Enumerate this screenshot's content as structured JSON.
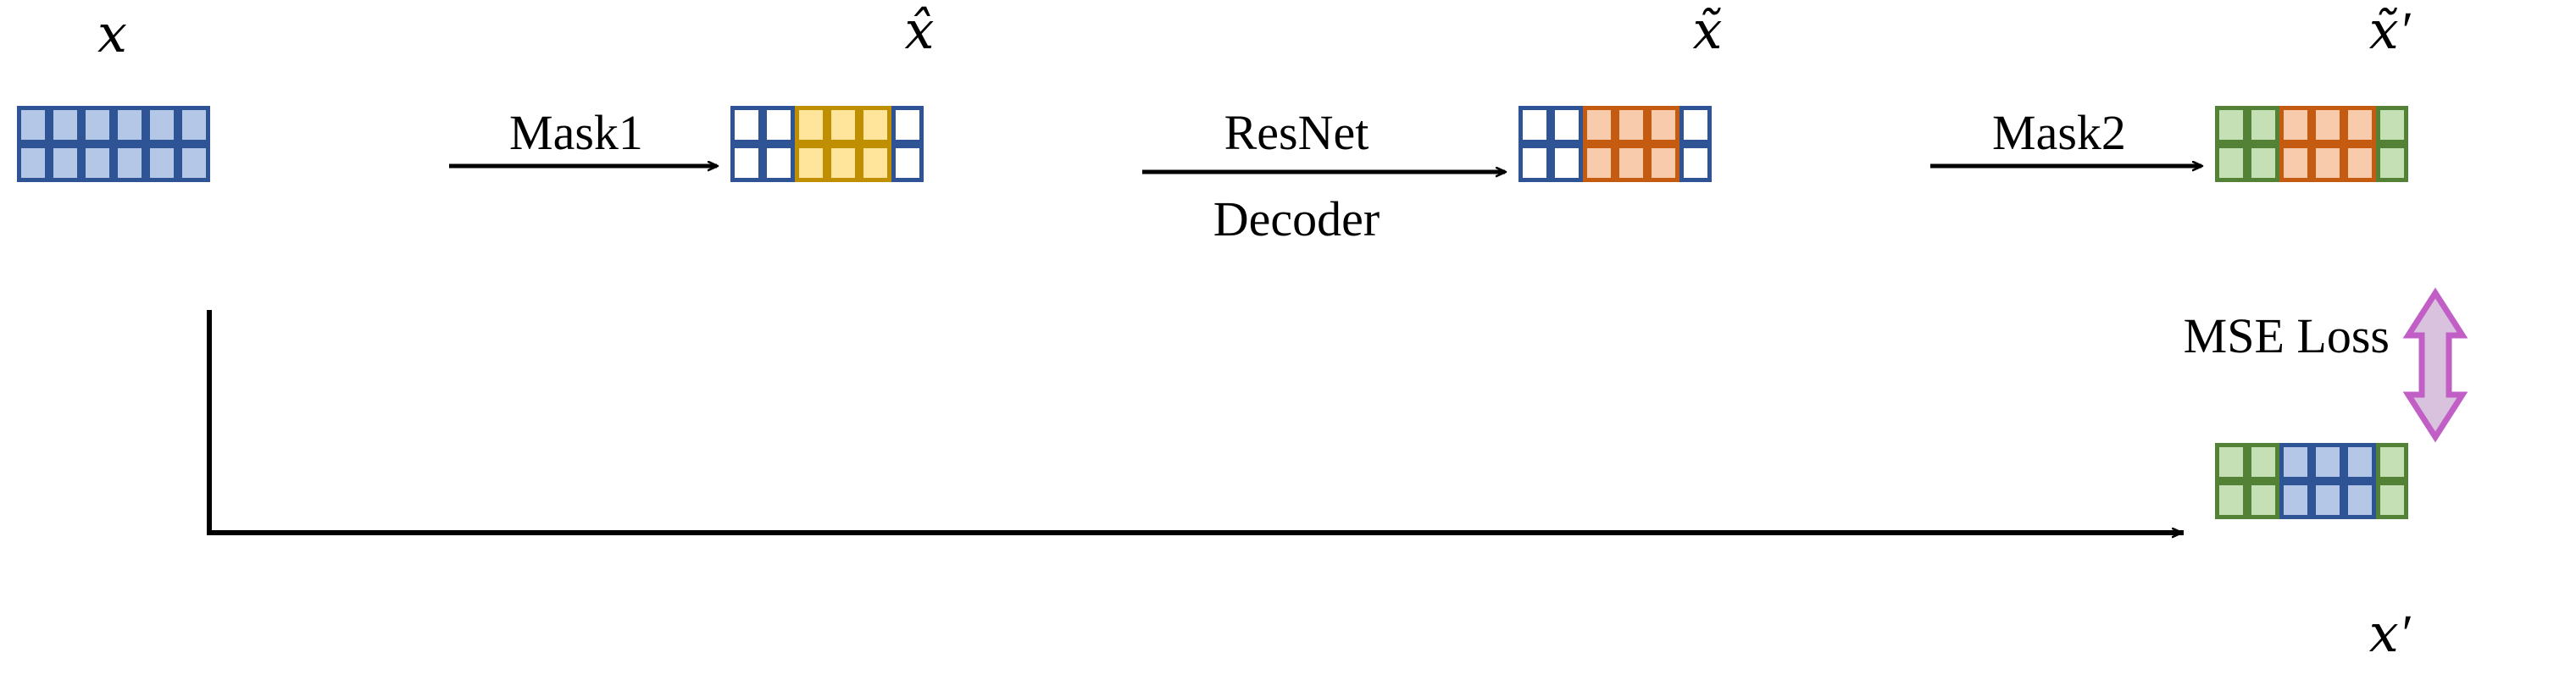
{
  "figure": {
    "title": "Masked autoencoder pipeline diagram",
    "background": "#ffffff"
  },
  "palette": {
    "blue_fill": "#b4c7e7",
    "blue_stroke": "#2e5496",
    "yellow_fill": "#ffe49c",
    "yellow_stroke": "#bf8f00",
    "orange_fill": "#f8cbad",
    "orange_stroke": "#c55a11",
    "green_fill": "#c5e0b4",
    "green_stroke": "#538135",
    "arrow_black": "#000000",
    "mse_arrow_fill": "#d9c2dd",
    "mse_arrow_stroke": "#c15fc7"
  },
  "grids": [
    {
      "id": "grid-x",
      "label": "𝑥",
      "label_plain": "x",
      "label_position": "top",
      "rows": 2,
      "cols": 6,
      "column_colors": [
        "blue",
        "blue",
        "blue",
        "blue",
        "blue",
        "blue"
      ]
    },
    {
      "id": "grid-x-hat",
      "label": "𝑥̂",
      "label_plain": "x-hat",
      "label_position": "top",
      "rows": 2,
      "cols": 6,
      "column_colors": [
        "white",
        "white",
        "yellow",
        "yellow",
        "yellow",
        "white"
      ]
    },
    {
      "id": "grid-x-tilde",
      "label": "𝑥̃",
      "label_plain": "x-tilde",
      "label_position": "top",
      "rows": 2,
      "cols": 6,
      "column_colors": [
        "white",
        "white",
        "orange",
        "orange",
        "orange",
        "white"
      ]
    },
    {
      "id": "grid-x-tilde-prime",
      "label": "𝑥̃′",
      "label_plain": "x-tilde-prime",
      "label_position": "top",
      "rows": 2,
      "cols": 6,
      "column_colors": [
        "green",
        "green",
        "orange",
        "orange",
        "orange",
        "green"
      ]
    },
    {
      "id": "grid-x-prime",
      "label": "𝑥′",
      "label_plain": "x-prime",
      "label_position": "bottom",
      "rows": 2,
      "cols": 6,
      "column_colors": [
        "green",
        "green",
        "blue",
        "blue",
        "blue",
        "green"
      ]
    }
  ],
  "arrows": [
    {
      "id": "arrow-mask1",
      "label_above": "Mask1",
      "label_below": "",
      "direction": "right"
    },
    {
      "id": "arrow-resnet-decoder",
      "label_above": "ResNet",
      "label_below": "Decoder",
      "direction": "right"
    },
    {
      "id": "arrow-mask2",
      "label_above": "Mask2",
      "label_below": "",
      "direction": "right"
    },
    {
      "id": "arrow-skip",
      "label_above": "",
      "label_below": "",
      "direction": "right"
    },
    {
      "id": "arrow-mse",
      "label_left": "MSE Loss",
      "direction": "up-down"
    }
  ],
  "labels": {
    "x": "𝑥",
    "x_hat": "𝑥̂",
    "x_tilde": "𝑥̃",
    "x_tilde_prime": "𝑥̃′",
    "x_prime": "𝑥′",
    "mask1": "Mask1",
    "resnet": "ResNet",
    "decoder": "Decoder",
    "mask2": "Mask2",
    "mse_loss": "MSE Loss"
  }
}
